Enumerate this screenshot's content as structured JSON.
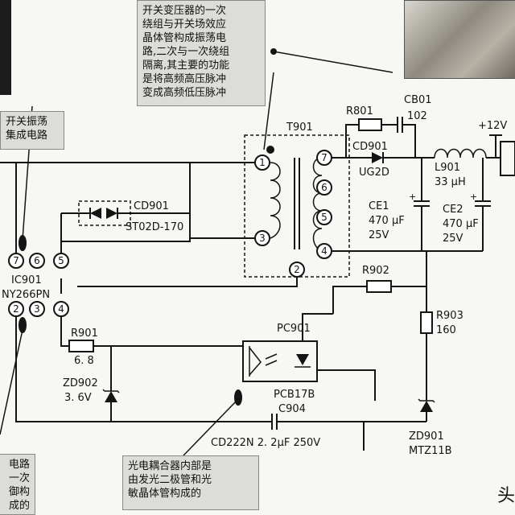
{
  "notes": {
    "transformer": "开关变压器的一次\n绕组与开关场效应\n晶体管构成振荡电\n路,二次与一次绕组\n隔离,其主要的功能\n是将高频高压脉冲\n变成高频低压脉冲",
    "oscillator": "开关振荡\n集成电路",
    "left_partial": "电路\n一次\n御构\n成的",
    "optocoupler": "光电耦合器内部是\n由发光二极管和光\n敏晶体管构成的"
  },
  "labels": {
    "r801": "R801",
    "cb01": "CB01",
    "cb01_val": "102",
    "plus12v": "+12V",
    "t901": "T901",
    "cd901_top": "CD901",
    "ug2d": "UG2D",
    "l901": "L901",
    "l901_val": "33 µH",
    "cd901_left": "CD901",
    "st02d": "ST02D-170",
    "ce1": "CE1",
    "ce1_cap": "470 µF",
    "ce1_v": "25V",
    "ce2": "CE2",
    "ce2_cap": "470 µF",
    "ce2_v": "25V",
    "ic901": "IC901",
    "ic_part": "NY266PN",
    "r902": "R902",
    "r903": "R903",
    "r903_val": "160",
    "pc901": "PC901",
    "pcb17b": "PCB17B",
    "r901": "R901",
    "r901_val": "6. 8",
    "zd902": "ZD902",
    "zd902_val": "3. 6V",
    "c904": "C904",
    "c904_val": "CD222N  2. 2µF  250V",
    "zd901": "ZD901",
    "mtz11b": "MTZ11B",
    "brand": "头"
  },
  "pins": {
    "t1": "1",
    "t2": "2",
    "t3": "3",
    "t4": "4",
    "t5": "5",
    "t6": "6",
    "t7": "7",
    "ic7": "7",
    "ic6": "6",
    "ic5": "5",
    "ic2": "2",
    "ic3": "3",
    "ic4": "4"
  }
}
